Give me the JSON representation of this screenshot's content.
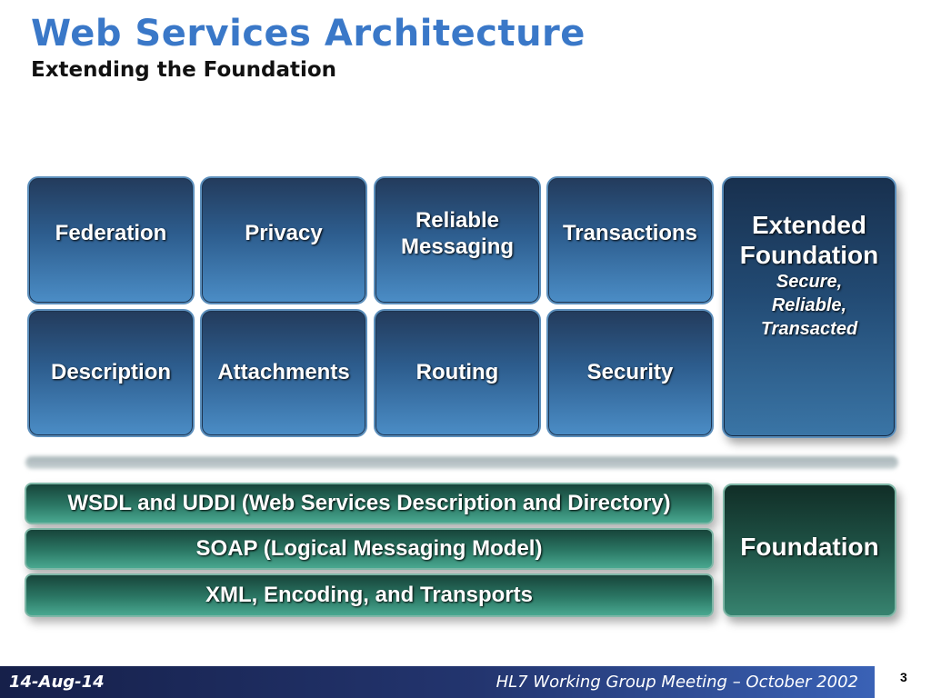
{
  "header": {
    "title": "Web Services Architecture",
    "subtitle": "Extending the Foundation"
  },
  "extended_blocks": {
    "top_row": [
      "Federation",
      "Privacy",
      "Reliable Messaging",
      "Transactions"
    ],
    "bottom_row": [
      "Description",
      "Attachments",
      "Routing",
      "Security"
    ]
  },
  "extended_foundation": {
    "title": "Extended Foundation",
    "subtitle_lines": [
      "Secure,",
      "Reliable,",
      "Transacted"
    ]
  },
  "foundation_layers": [
    "WSDL and UDDI (Web Services Description and Directory)",
    "SOAP (Logical Messaging Model)",
    "XML, Encoding, and Transports"
  ],
  "foundation": {
    "label": "Foundation"
  },
  "footer": {
    "date": "14-Aug-14",
    "meeting": "HL7 Working Group Meeting – October 2002",
    "page_number": "3"
  },
  "colors": {
    "title": "#3a78c8",
    "extended_blue": "#2d5d8e",
    "foundation_green": "#2b7865",
    "footer_blue": "#23356f"
  }
}
